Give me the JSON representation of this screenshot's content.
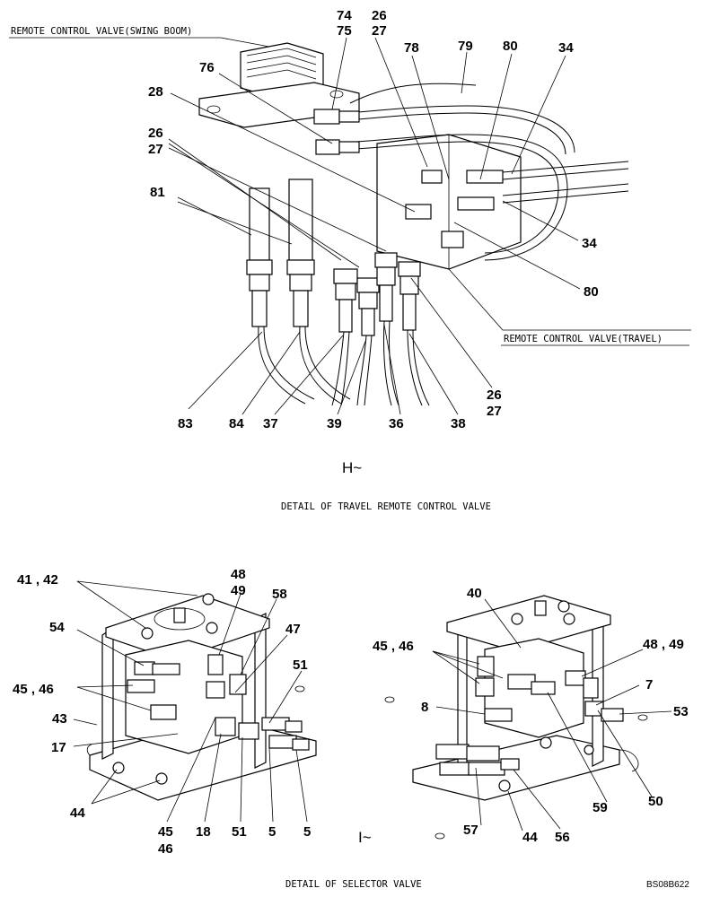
{
  "captions": {
    "swing_boom": "REMOTE CONTROL VALVE(SWING BOOM)",
    "travel_valve": "REMOTE CONTROL VALVE(TRAVEL)",
    "detail_travel": "DETAIL OF TRAVEL REMOTE CONTROL VALVE",
    "detail_selector": "DETAIL OF SELECTOR VALVE",
    "ref_h": "H~",
    "ref_i": "I~",
    "drawing_code": "BS08B622"
  },
  "upper_labels": {
    "l74": "74",
    "l75": "75",
    "l26a": "26",
    "l27a": "27",
    "l78": "78",
    "l79": "79",
    "l80a": "80",
    "l34a": "34",
    "l76": "76",
    "l28": "28",
    "l26b": "26",
    "l27b": "27",
    "l81": "81",
    "l34b": "34",
    "l80b": "80",
    "l26c": "26",
    "l27c": "27",
    "l83": "83",
    "l84": "84",
    "l37": "37",
    "l39": "39",
    "l36": "36",
    "l38": "38"
  },
  "lower_left_labels": {
    "l4142": "41 , 42",
    "l48": "48",
    "l49": "49",
    "l58": "58",
    "l54": "54",
    "l47": "47",
    "l4546": "45 , 46",
    "l51a": "51",
    "l43": "43",
    "l17": "17",
    "l44": "44",
    "l45": "45",
    "l46": "46",
    "l18": "18",
    "l51b": "51",
    "l5a": "5",
    "l5b": "5"
  },
  "lower_right_labels": {
    "l40": "40",
    "l4546": "45 , 46",
    "l4849": "48 , 49",
    "l7": "7",
    "l8": "8",
    "l53": "53",
    "l59": "59",
    "l50": "50",
    "l57": "57",
    "l44": "44",
    "l56": "56"
  }
}
